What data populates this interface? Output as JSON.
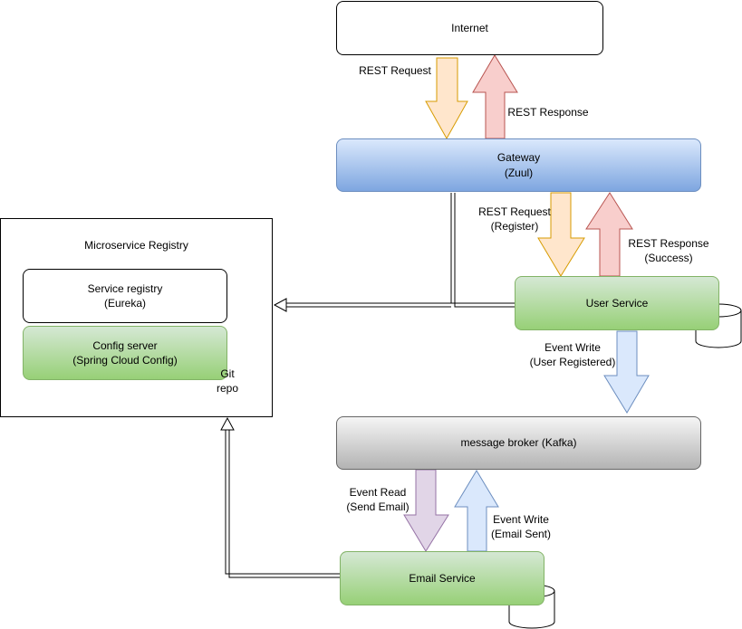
{
  "nodes": {
    "internet": "Internet",
    "gateway": [
      "Gateway",
      "(Zuul)"
    ],
    "registry_title": "Microservice Registry",
    "service_registry": [
      "Service registry",
      "(Eureka)"
    ],
    "config_server": [
      "Config server",
      "(Spring Cloud Config)"
    ],
    "git_repo": [
      "Git",
      "repo"
    ],
    "user_service": "User Service",
    "message_broker": "message broker (Kafka)",
    "email_service": "Email Service"
  },
  "edges": {
    "internet_request": "REST Request",
    "internet_response": "REST Response",
    "user_request": [
      "REST Request",
      "(Register)"
    ],
    "user_response": [
      "REST Response",
      "(Success)"
    ],
    "user_event_write": [
      "Event Write",
      "(User Registered)"
    ],
    "email_event_read": [
      "Event Read",
      "(Send Email)"
    ],
    "email_event_write": [
      "Event Write",
      "(Email Sent)"
    ]
  },
  "colors": {
    "request_arrow_fill": "#ffe6cc",
    "request_arrow_stroke": "#d79b00",
    "response_arrow_fill": "#f8cecc",
    "response_arrow_stroke": "#b85450",
    "event_write_fill": "#dae8fc",
    "event_write_stroke": "#6c8ebf",
    "event_read_fill": "#e1d5e7",
    "event_read_stroke": "#9673a6"
  }
}
